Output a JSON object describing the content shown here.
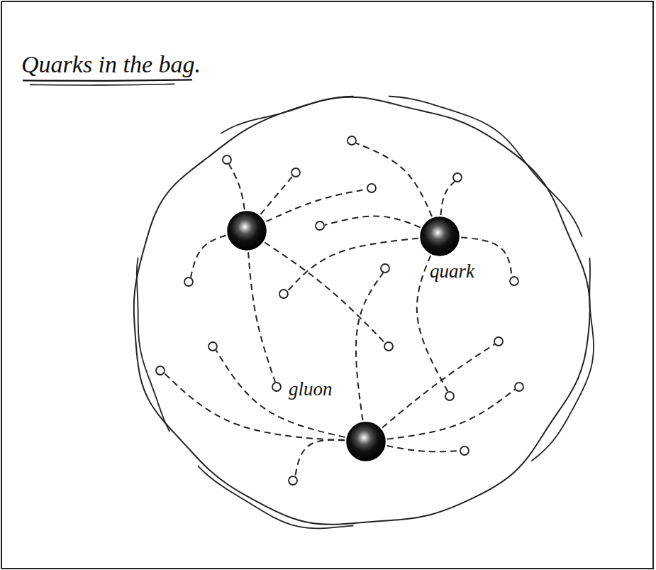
{
  "diagram": {
    "title": "Quarks in the bag.",
    "labels": [
      "quark",
      "gluon"
    ]
  }
}
